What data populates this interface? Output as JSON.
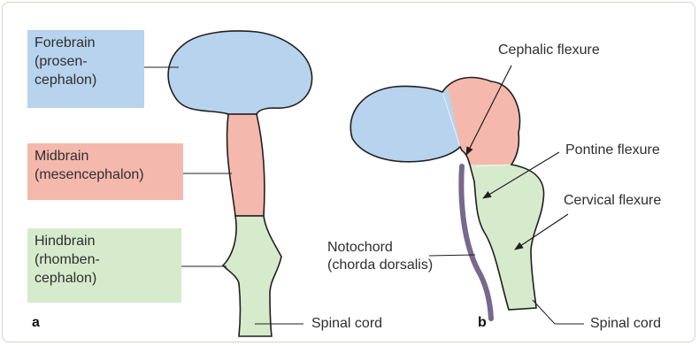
{
  "colors": {
    "forebrain": "#b7d3ed",
    "midbrain": "#f5b8ad",
    "hindbrain": "#d6ebcc",
    "notochord": "#76688f",
    "outline": "#1f1f1f",
    "frame": "#d9d2cb"
  },
  "panel_a": {
    "letter": "a",
    "regions": [
      {
        "lines": [
          "Forebrain",
          "(prosen-",
          "cephalon)"
        ]
      },
      {
        "lines": [
          "Midbrain",
          "(mesencephalon)"
        ]
      },
      {
        "lines": [
          "Hindbrain",
          "(rhomben-",
          "cephalon)"
        ]
      }
    ],
    "spinal_cord_label": "Spinal cord"
  },
  "panel_b": {
    "letter": "b",
    "cephalic_flexure": "Cephalic flexure",
    "pontine_flexure": "Pontine flexure",
    "cervical_flexure": "Cervical flexure",
    "notochord": [
      "Notochord",
      "(chorda dorsalis)"
    ],
    "spinal_cord_label": "Spinal cord"
  }
}
